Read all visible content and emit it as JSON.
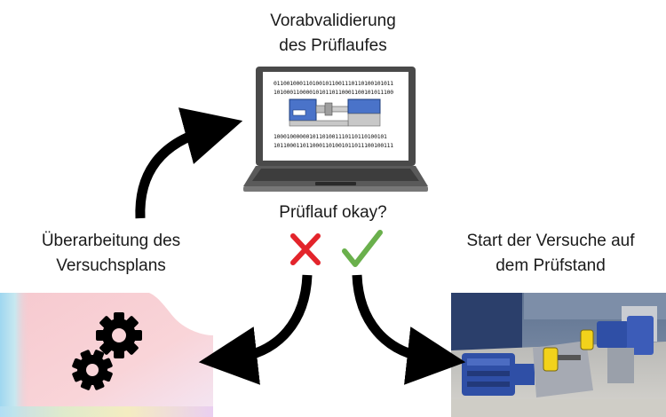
{
  "title": {
    "line1": "Vorabvalidierung",
    "line2": "des Prüflaufes"
  },
  "question": "Prüflauf okay?",
  "left": {
    "line1": "Überarbeitung des",
    "line2": "Versuchsplans",
    "symbol": "✕",
    "icon": "gears-icon"
  },
  "right": {
    "line1": "Start der Versuche auf",
    "line2": "dem Prüfstand",
    "symbol": "✓",
    "icon": "test-bench-photo"
  },
  "laptop": {
    "binary_top": [
      "0110010001101001011001110110100101011",
      "1010001100001010110110001100101011100"
    ],
    "binary_bottom": [
      "10001000000101101001110110110100101",
      "1011000110110001101001011011100100111"
    ]
  },
  "colors": {
    "cross": "#e3242b",
    "check": "#6ab04c",
    "arrow": "#000000",
    "machine_blue": "#2f4fa6",
    "machine_yellow": "#f2d21b"
  }
}
